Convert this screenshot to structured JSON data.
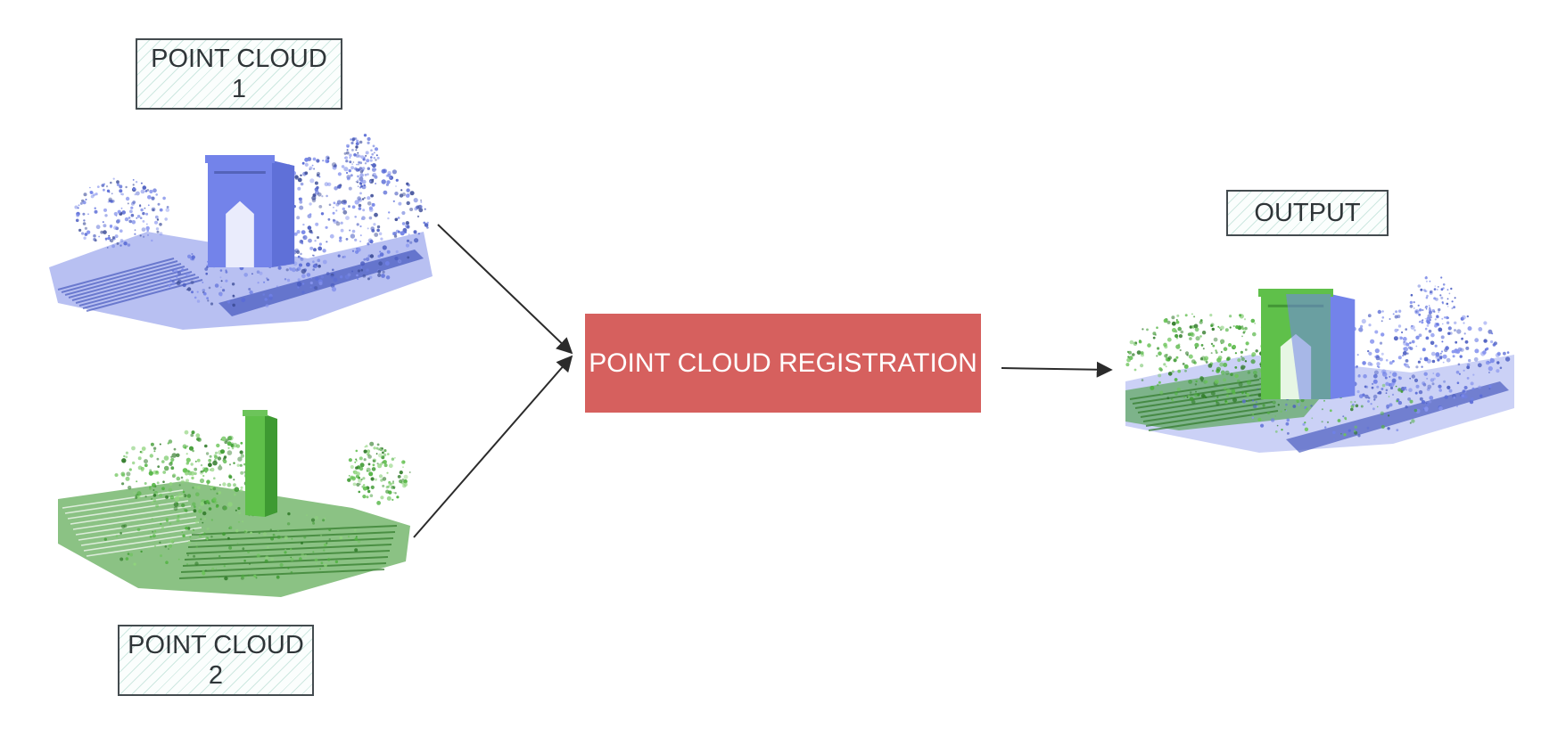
{
  "nodes": {
    "cloud1_label": {
      "line1": "POINT CLOUD",
      "line2": "1"
    },
    "cloud2_label": {
      "line1": "POINT CLOUD",
      "line2": "2"
    },
    "process": {
      "label": "POINT CLOUD REGISTRATION"
    },
    "output_label": {
      "label": "OUTPUT"
    }
  },
  "images": {
    "cloud1": {
      "icon": "blue-point-cloud-scan",
      "color": "#6f80e6"
    },
    "cloud2": {
      "icon": "green-point-cloud-scan",
      "color": "#4fb33f"
    },
    "output": {
      "icon": "merged-point-cloud-scan",
      "colors": [
        "#6f80e6",
        "#4fb33f"
      ]
    }
  },
  "edges": [
    {
      "from": "point-cloud-1",
      "to": "point-cloud-registration"
    },
    {
      "from": "point-cloud-2",
      "to": "point-cloud-registration"
    },
    {
      "from": "point-cloud-registration",
      "to": "output"
    }
  ],
  "colors": {
    "process_fill": "#d6605e",
    "box_border": "#444b4f",
    "hatch": "#96cdbe",
    "arrow": "#2b2b2b"
  }
}
